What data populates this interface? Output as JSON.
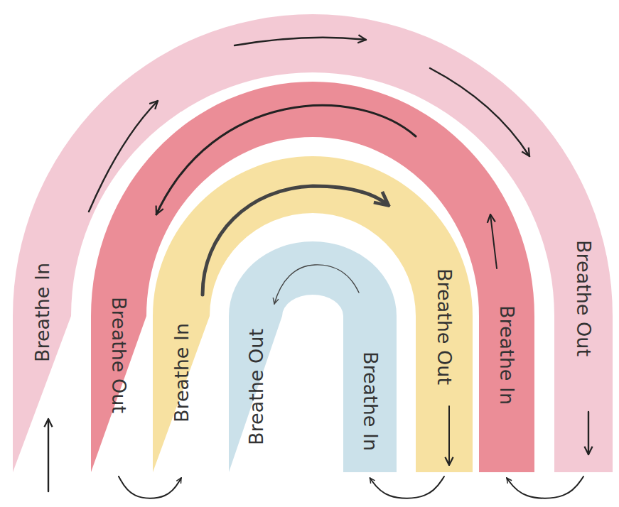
{
  "diagram": {
    "nodes": [
      {
        "text": [
          "Breathe In",
          "Breathe Out"
        ]
      },
      {
        "text": [
          "Breathe Out",
          "Breathe In"
        ]
      },
      {
        "text": [
          "Breathe In",
          "Breathe Out"
        ]
      },
      {
        "text": [
          "Breathe Out",
          "Breathe In"
        ]
      }
    ],
    "edges": [
      {
        "from": 0,
        "to": 1,
        "arrow": "to"
      },
      {
        "from": 1,
        "to": 2,
        "arrow": "to"
      },
      {
        "from": 2,
        "to": 3,
        "arrow": "to"
      }
    ]
  }
}
